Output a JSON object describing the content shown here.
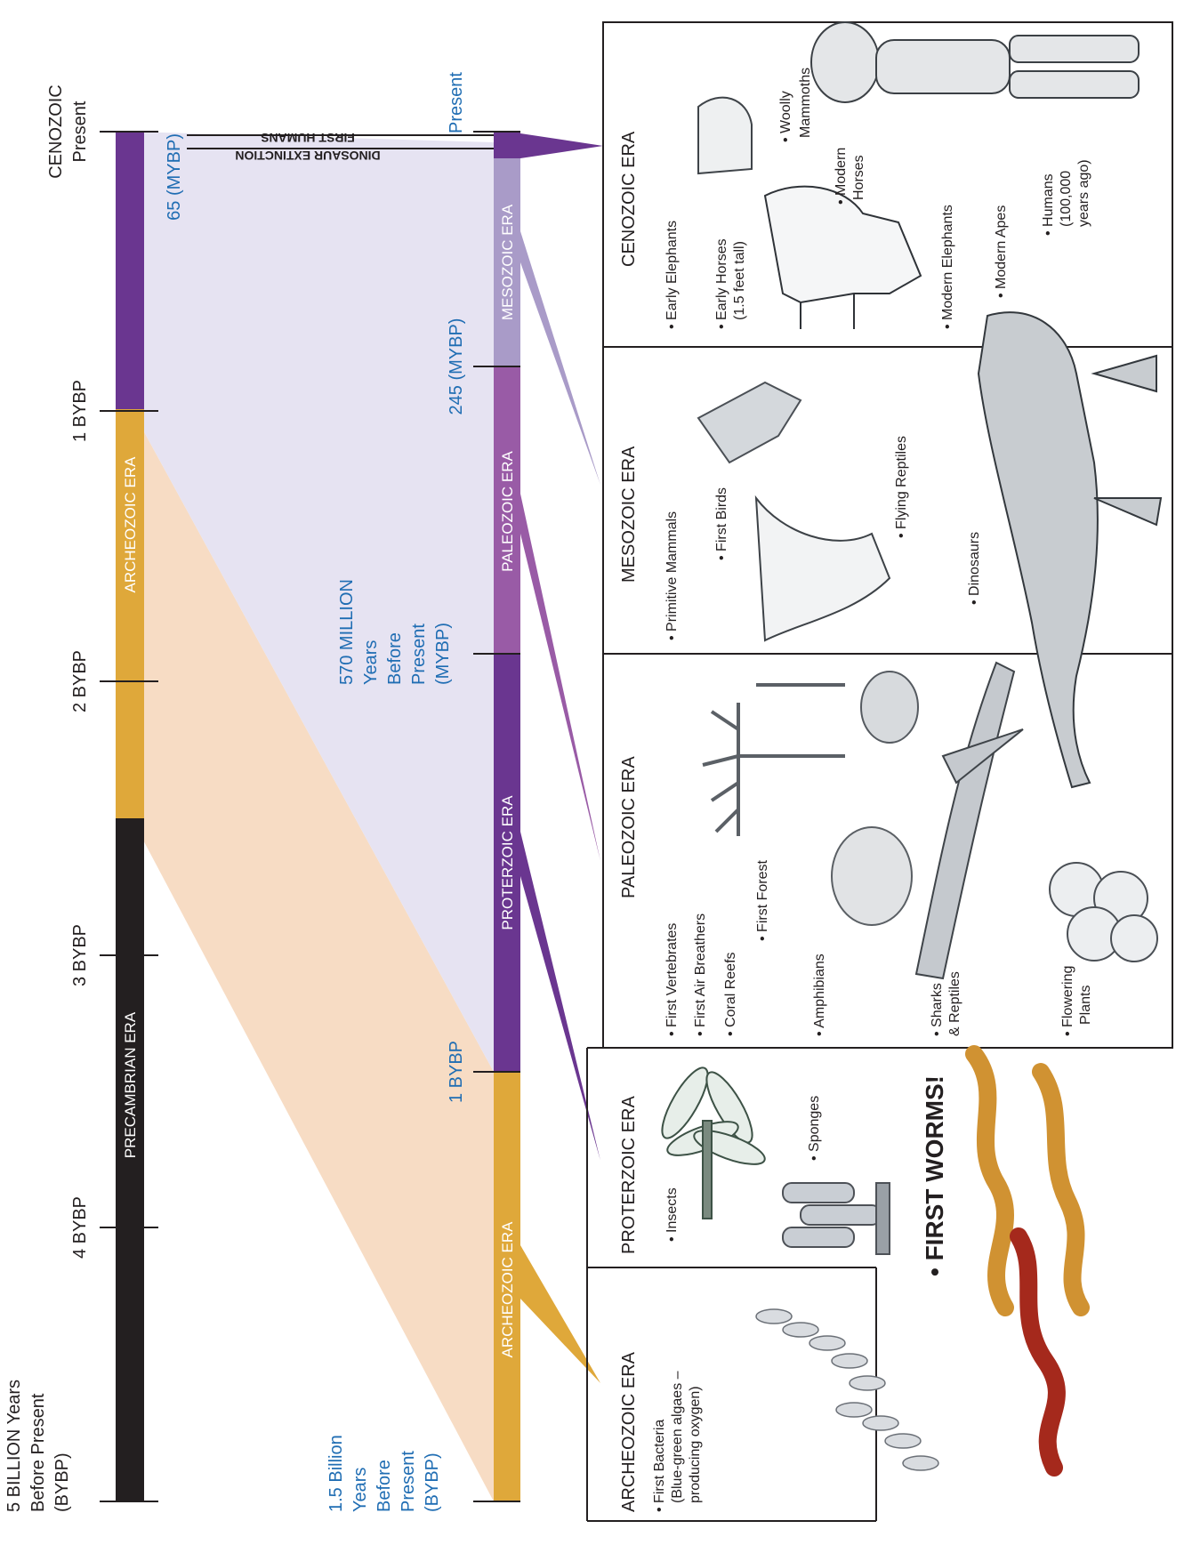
{
  "colors": {
    "precambrian": "#231f20",
    "archeozoic": "#dfa83a",
    "proterozoic": "#6a3690",
    "paleozoic": "#995ba6",
    "mesozoic": "#a99bc8",
    "cenozoic_bar": "#6a3690",
    "peach_fan": "#f7dcc4",
    "lavender_fan": "#e6e3f2",
    "blue_text": "#1f6db3",
    "line": "#231f20"
  },
  "left_scale": {
    "heading_lines": [
      "5 BILLION Years",
      "Before Present",
      "(BYBP)"
    ],
    "top_lines": [
      "CENOZOIC",
      "Present"
    ],
    "ticks": [
      "4 BYBP",
      "3 BYBP",
      "2 BYBP",
      "1 BYBP"
    ],
    "bar_segments": [
      "PRECAMBRIAN ERA",
      "ARCHEOZOIC ERA"
    ]
  },
  "middle_scale": {
    "heading_lines": [
      "1.5 Billion",
      "Years",
      "Before",
      "Present",
      "(BYBP)"
    ],
    "tick_1bybp": "1 BYBP",
    "tick_245": "245 (MYBP)",
    "top_label": "Present",
    "span_label_lines": [
      "570 MILLION",
      "Years",
      "Before",
      "Present",
      "(MYBP)"
    ],
    "tick_65": "65 (MYBP)",
    "bar_segments": [
      "ARCHEOZOIC ERA",
      "PROTERZOIC ERA",
      "PALEOZOIC ERA",
      "MESOZOIC ERA"
    ],
    "events": [
      "FIRST HUMANS",
      "DINOSAUR EXTINCTION"
    ]
  },
  "panels": {
    "archeozoic": {
      "title": "ARCHEOZOIC ERA",
      "items": [
        [
          "• First Bacteria",
          "(Blue-green algaes –",
          "producing oxygen)"
        ]
      ]
    },
    "proterozoic": {
      "title": "PROTERZOIC ERA",
      "items": [
        [
          "• Insects"
        ],
        [
          "• Sponges"
        ]
      ],
      "callout": "• FIRST WORMS!"
    },
    "paleozoic": {
      "title": "PALEOZOIC ERA",
      "items": [
        [
          "• First Vertebrates"
        ],
        [
          "• First Air Breathers"
        ],
        [
          "• Coral Reefs"
        ],
        [
          "• First Forest"
        ],
        [
          "• Amphibians"
        ],
        [
          "• Sharks",
          "& Reptiles"
        ],
        [
          "• Flowering",
          "Plants"
        ]
      ]
    },
    "mesozoic": {
      "title": "MESOZOIC ERA",
      "items": [
        [
          "• Primitive Mammals"
        ],
        [
          "• First Birds"
        ],
        [
          "• Flying Reptiles"
        ],
        [
          "• Dinosaurs"
        ]
      ]
    },
    "cenozoic": {
      "title": "CENOZOIC ERA",
      "items": [
        [
          "• Early Elephants"
        ],
        [
          "• Early Horses",
          "(1.5 feet tall)"
        ],
        [
          "• Woolly",
          "Mammoths"
        ],
        [
          "• Modern",
          "Horses"
        ],
        [
          "• Modern Elephants"
        ],
        [
          "• Modern Apes"
        ],
        [
          "• Humans",
          "(100,000",
          "years ago)"
        ]
      ]
    }
  }
}
